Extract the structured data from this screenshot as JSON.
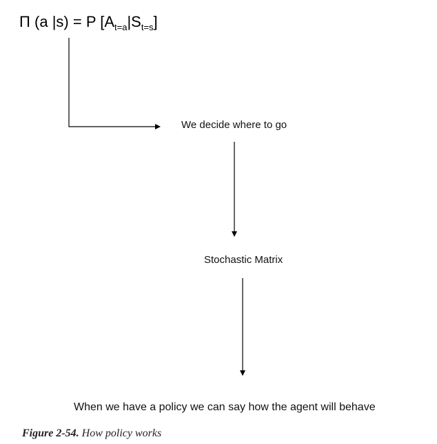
{
  "formula": {
    "pi": "Π",
    "open": "(a",
    "bar_s": "|s) = P [A",
    "sub_a": "t=a",
    "bar": "|S",
    "sub_s": "t=s",
    "close": "]"
  },
  "nodes": {
    "decide": "We decide where to go",
    "matrix": "Stochastic Matrix",
    "behave": "When we have a policy we can say how the agent will behave"
  },
  "caption": {
    "number": "Figure 2-54.",
    "text": "How policy works"
  }
}
